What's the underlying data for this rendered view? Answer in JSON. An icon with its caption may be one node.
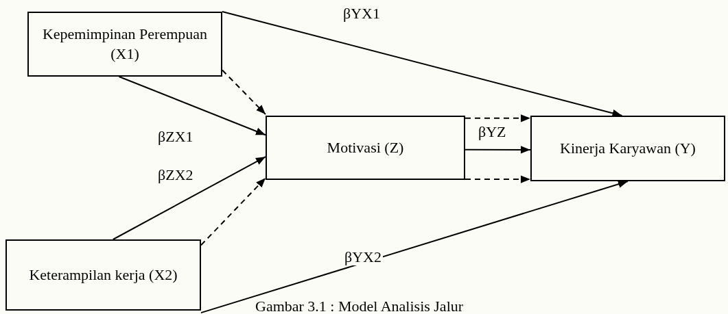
{
  "diagram": {
    "caption": "Gambar 3.1 : Model Analisis Jalur",
    "nodes": [
      {
        "text": [
          "Kepemimpinan Perempuan (X1)"
        ]
      },
      {
        "text": [
          "Keterampilan kerja (X2)"
        ]
      },
      {
        "text": [
          "Motivasi (Z)"
        ]
      },
      {
        "text": [
          "Kinerja Karyawan (Y)"
        ]
      }
    ],
    "edges": [
      {
        "from": 0,
        "to": 3,
        "arrow": "to",
        "label": "βYX1"
      },
      {
        "from": 0,
        "to": 2,
        "arrow": "to",
        "label": "βZX1"
      },
      {
        "from": 0,
        "to": 2,
        "arrow": "to",
        "style": "dashed"
      },
      {
        "from": 1,
        "to": 2,
        "arrow": "to",
        "label": "βZX2"
      },
      {
        "from": 1,
        "to": 2,
        "arrow": "to",
        "style": "dashed"
      },
      {
        "from": 2,
        "to": 3,
        "arrow": "to",
        "style": "dashed"
      },
      {
        "from": 2,
        "to": 3,
        "arrow": "to",
        "label": "βYZ"
      },
      {
        "from": 2,
        "to": 3,
        "arrow": "to",
        "style": "dashed"
      },
      {
        "from": 1,
        "to": 3,
        "arrow": "to",
        "label": "βYX2"
      }
    ]
  }
}
